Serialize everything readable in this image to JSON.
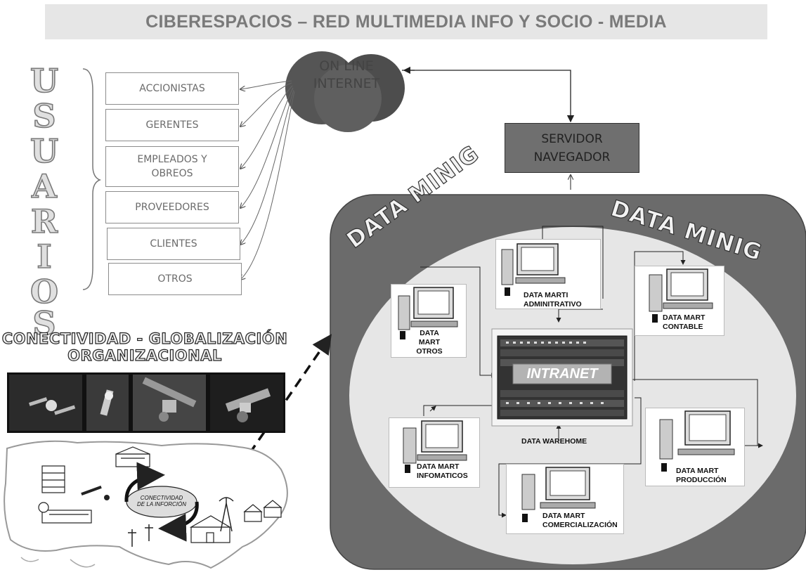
{
  "title": "CIBERESPACIOS – RED MULTIMEDIA  INFO Y SOCIO - MEDIA",
  "usuarios": {
    "letters": [
      "U",
      "S",
      "U",
      "A",
      "R",
      "I",
      "O",
      "S"
    ],
    "boxes": [
      {
        "label": "ACCIONISTAS"
      },
      {
        "label": "GERENTES"
      },
      {
        "label": "EMPLEADOS Y OBREOS"
      },
      {
        "label": "PROVEEDORES"
      },
      {
        "label": "CLIENTES"
      },
      {
        "label": "OTROS"
      }
    ]
  },
  "cloud": {
    "line1": "ON LINE",
    "line2": "INTERNET"
  },
  "server": {
    "line1": "SERVIDOR",
    "line2": "NAVEGADOR"
  },
  "conectividad": {
    "line1": "CONECTIVIDAD - GLOBALIZACIÓN",
    "line2": "ORGANIZACIONAL"
  },
  "map": {
    "hub_line1": "CONECTIVIDAD",
    "hub_line2": "DE LA INFORCIÓN"
  },
  "network": {
    "data_mining_left": "DATA MINIG",
    "data_mining_right": "DATA MINIG",
    "intranet": "INTRANET",
    "warehouse": "DATA WAREHOME",
    "marts": {
      "administrativo": {
        "line1": "DATA MARTI",
        "line2": "ADMINITRATIVO"
      },
      "otros": {
        "line1": "DATA MART",
        "line2": "OTROS"
      },
      "contable": {
        "line1": "DATA MART",
        "line2": "CONTABLE"
      },
      "infomaticos": {
        "line1": "DATA MART",
        "line2": "INFOMATICOS"
      },
      "comercializacion": {
        "line1": "DATA MART",
        "line2": "COMERCIALIZACIÓN"
      },
      "produccion": {
        "line1": "DATA MART",
        "line2": "PRODUCCIÓN"
      }
    }
  },
  "colors": {
    "cloud": "#555555",
    "server": "#6f6f6f",
    "data_mining_bg": "#6b6b6b",
    "ellipse": "#e6e6e6"
  }
}
